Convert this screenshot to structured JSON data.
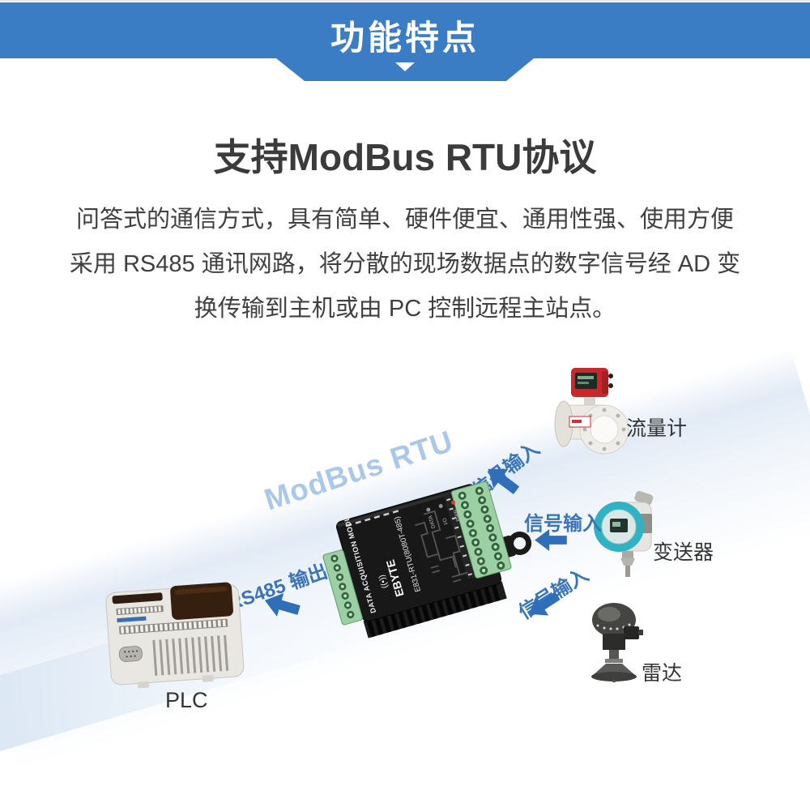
{
  "banner": {
    "title": "功能特点"
  },
  "section": {
    "title": "支持ModBus RTU协议",
    "lines": [
      "问答式的通信方式，具有简单、硬件便宜、通用性强、使用方便",
      "采用 RS485 通讯网路，将分散的现场数据点的数字信号经 AD 变",
      "换传输到主机或由 PC 控制远程主站点。"
    ]
  },
  "diagram": {
    "watermark": "ModBus RTU",
    "signal_inputs": [
      "信号输入",
      "信号输入",
      "信号输入"
    ],
    "rs485_output": "RS485 输出",
    "device_labels": {
      "flow_meter": "流量计",
      "transmitter": "变送器",
      "radar": "雷达",
      "plc": "PLC"
    },
    "module": {
      "side_label": "DATA ACQUISITION MODULE",
      "brand": "EBYTE",
      "brand_icon": "((•))",
      "model": "E831-RTU(8080T-485)",
      "leds": [
        "DATA",
        "I/O",
        "PWR"
      ]
    },
    "colors": {
      "banner_blue": "#3a7dc5",
      "arrow_blue": "#2f6fba",
      "label_blue": "#3a74ba",
      "watermark_blue": "#abc8ea",
      "band_blue": "#e2ebf6",
      "terminal_green": "#9ccfa4",
      "flowmeter_red": "#c8272c",
      "transmitter_teal": "#2fb3c4",
      "text_dark": "#3b3b3b"
    }
  }
}
